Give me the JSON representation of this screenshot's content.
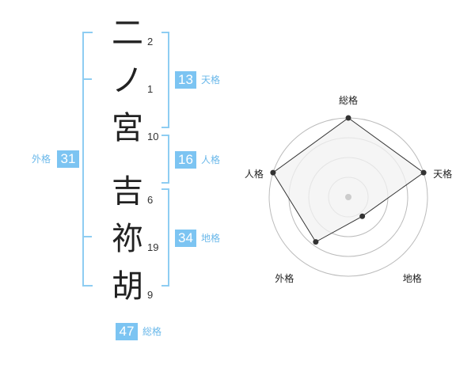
{
  "name": {
    "chars": [
      {
        "char": "二",
        "strokes": "2"
      },
      {
        "char": "ノ",
        "strokes": "1"
      },
      {
        "char": "宮",
        "strokes": "10"
      },
      {
        "char": "吉",
        "strokes": "6"
      },
      {
        "char": "祢",
        "strokes": "19"
      },
      {
        "char": "胡",
        "strokes": "9"
      }
    ]
  },
  "kakusu": {
    "tenkaku": {
      "value": "13",
      "label": "天格"
    },
    "jinkaku": {
      "value": "16",
      "label": "人格"
    },
    "chikaku": {
      "value": "34",
      "label": "地格"
    },
    "gaikaku": {
      "value": "31",
      "label": "外格"
    },
    "soukaku": {
      "value": "47",
      "label": "総格"
    }
  },
  "chart_data": {
    "type": "radar",
    "axes": [
      "総格",
      "天格",
      "地格",
      "外格",
      "人格"
    ],
    "values": [
      5,
      5,
      1.5,
      3.5,
      5
    ],
    "max": 5,
    "rings": 4,
    "colors": {
      "fill": "#f2f2f2",
      "line": "#333333",
      "grid": "#bbbbbb",
      "center": "#cccccc"
    }
  },
  "colors": {
    "accent": "#7cc4f2",
    "bracket": "#8ecdf2"
  }
}
